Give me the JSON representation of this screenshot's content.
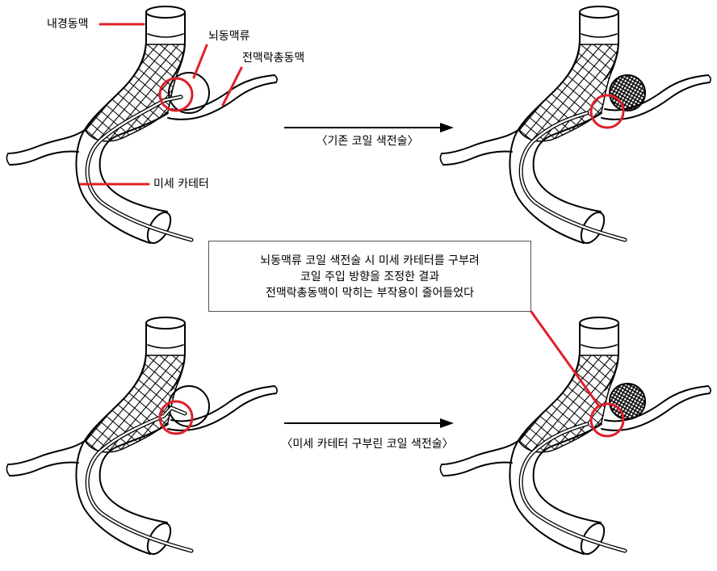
{
  "labels": {
    "internal_carotid_artery": "내경동맥",
    "aneurysm": "뇌동맥류",
    "anterior_choroidal_artery": "전맥락총동맥",
    "microcatheter": "미세 카테터"
  },
  "captions": {
    "conventional": "〈기존 코일 색전술〉",
    "bent_catheter": "〈미세 카테터 구부린 코일 색전술〉"
  },
  "note": {
    "lines": [
      "뇌동맥류 코일 색전술 시 미세 카테터를 구부려",
      "코일 주입 방향을 조정한 결과",
      "전맥락총동맥이 막히는 부작용이 줄어들었다"
    ]
  },
  "colors": {
    "highlight": "#e0202a",
    "ink": "#000000"
  }
}
